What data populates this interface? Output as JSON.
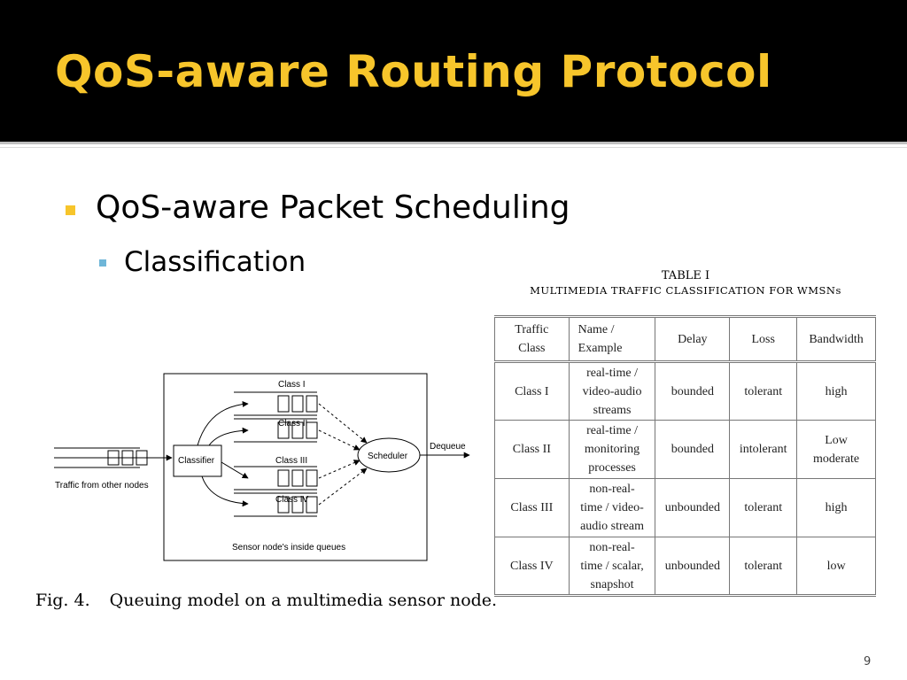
{
  "slide": {
    "title": "QoS-aware Routing Protocol",
    "bullet_1": "QoS-aware Packet Scheduling",
    "bullet_2": "Classification",
    "page_number": "9"
  },
  "figure": {
    "class_labels": [
      "Class I",
      "Class II",
      "Class III",
      "Class IV"
    ],
    "classifier_label": "Classifier",
    "scheduler_label": "Scheduler",
    "dequeue_label": "Dequeue",
    "input_label": "Traffic from other nodes",
    "box_label": "Sensor node's inside queues",
    "caption_number": "Fig. 4.",
    "caption_text": "Queuing model on a multimedia sensor node."
  },
  "table": {
    "title": "TABLE I",
    "subtitle": "MULTIMEDIA TRAFFIC CLASSIFICATION FOR WMSNs",
    "headers": [
      [
        "Traffic",
        "Class"
      ],
      [
        "Name /",
        "Example"
      ],
      [
        "Delay"
      ],
      [
        "Loss"
      ],
      [
        "Bandwidth"
      ]
    ],
    "rows": [
      [
        [
          "Class I"
        ],
        [
          "real-time /",
          "video-audio",
          "streams"
        ],
        [
          "bounded"
        ],
        [
          "tolerant"
        ],
        [
          "high"
        ]
      ],
      [
        [
          "Class II"
        ],
        [
          "real-time /",
          "monitoring",
          "processes"
        ],
        [
          "bounded"
        ],
        [
          "intolerant"
        ],
        [
          "Low",
          "moderate"
        ]
      ],
      [
        [
          "Class III"
        ],
        [
          "non-real-",
          "time / video-",
          "audio stream"
        ],
        [
          "unbounded"
        ],
        [
          "tolerant"
        ],
        [
          "high"
        ]
      ],
      [
        [
          "Class IV"
        ],
        [
          "non-real-",
          "time / scalar,",
          "snapshot"
        ],
        [
          "unbounded"
        ],
        [
          "tolerant"
        ],
        [
          "low"
        ]
      ]
    ]
  }
}
